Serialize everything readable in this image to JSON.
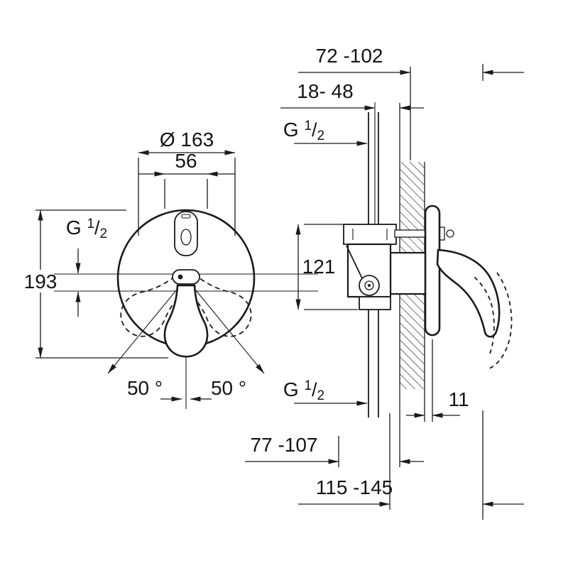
{
  "title": "Concealed single-lever mixer installation dimension drawing",
  "colors": {
    "line": "#1a1a1a",
    "background": "#ffffff"
  },
  "labels": {
    "thread": {
      "g": "G ",
      "num": "1",
      "slash": "/",
      "den": "2"
    }
  },
  "front_view": {
    "diameter": "Ø 163",
    "width": "56",
    "height": "193",
    "angle_left": "50 °",
    "angle_right": "50 °"
  },
  "side_view": {
    "depth_range": "72 -102",
    "rough_in_range": "18- 48",
    "port_distance": "121",
    "trim_depth": "11",
    "depth_min_range": "77 -107",
    "depth_max_range": "115 -145"
  }
}
